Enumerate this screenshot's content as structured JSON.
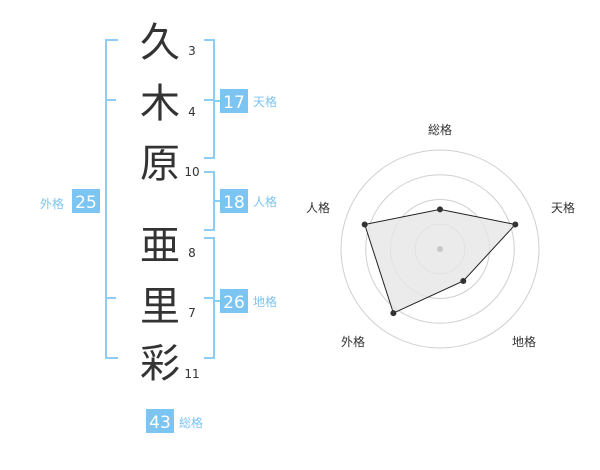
{
  "name": {
    "chars": [
      {
        "char": "久",
        "strokes": "3"
      },
      {
        "char": "木",
        "strokes": "4"
      },
      {
        "char": "原",
        "strokes": "10"
      },
      {
        "char": "亜",
        "strokes": "8"
      },
      {
        "char": "里",
        "strokes": "7"
      },
      {
        "char": "彩",
        "strokes": "11"
      }
    ]
  },
  "kakusu": {
    "tenkaku": {
      "value": "17",
      "label": "天格"
    },
    "jinkaku": {
      "value": "18",
      "label": "人格"
    },
    "chikaku": {
      "value": "26",
      "label": "地格"
    },
    "gaikaku": {
      "value": "25",
      "label": "外格"
    },
    "soukaku": {
      "value": "43",
      "label": "総格"
    }
  },
  "colors": {
    "accent": "#7cc4f2",
    "bracket": "#8ecdf3",
    "text": "#333333"
  },
  "chart_data": {
    "type": "radar",
    "axes": [
      "総格",
      "天格",
      "地格",
      "外格",
      "人格"
    ],
    "values": [
      2,
      4,
      2,
      4,
      4
    ],
    "range": [
      0,
      5
    ],
    "rings": 4
  }
}
